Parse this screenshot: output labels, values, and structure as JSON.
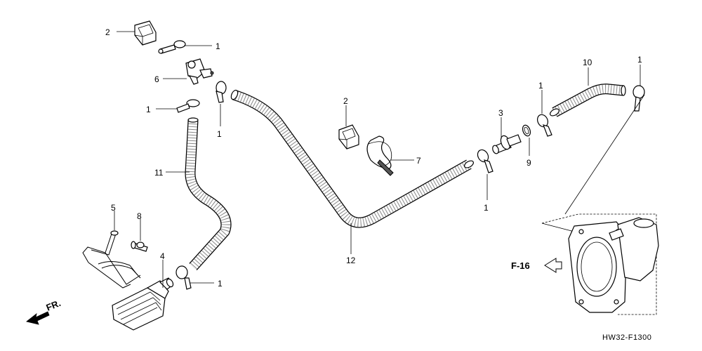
{
  "diagram": {
    "callouts": [
      {
        "id": "c2a",
        "text": "2"
      },
      {
        "id": "c1a",
        "text": "1"
      },
      {
        "id": "c6",
        "text": "6"
      },
      {
        "id": "c1b",
        "text": "1"
      },
      {
        "id": "c1c",
        "text": "1"
      },
      {
        "id": "c11",
        "text": "11"
      },
      {
        "id": "c5",
        "text": "5"
      },
      {
        "id": "c8",
        "text": "8"
      },
      {
        "id": "c4",
        "text": "4"
      },
      {
        "id": "c1d",
        "text": "1"
      },
      {
        "id": "c2b",
        "text": "2"
      },
      {
        "id": "c7",
        "text": "7"
      },
      {
        "id": "c12",
        "text": "12"
      },
      {
        "id": "c3",
        "text": "3"
      },
      {
        "id": "c1e",
        "text": "1"
      },
      {
        "id": "c9",
        "text": "9"
      },
      {
        "id": "c1f",
        "text": "1"
      },
      {
        "id": "c10",
        "text": "10"
      },
      {
        "id": "c1g",
        "text": "1"
      }
    ],
    "front_label": "FR.",
    "section_ref": "F-16",
    "drawing_code": "HW32-F1300"
  }
}
